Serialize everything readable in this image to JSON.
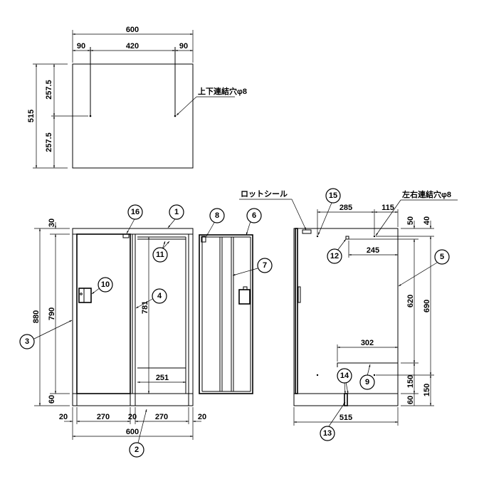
{
  "top_view": {
    "dims": [
      "600",
      "90",
      "420",
      "90",
      "515",
      "257.5",
      "257.5"
    ],
    "note": "上下連結穴φ8"
  },
  "front_view": {
    "dims": [
      "30",
      "880",
      "790",
      "60",
      "781",
      "251",
      "20",
      "270",
      "20",
      "270",
      "20",
      "600"
    ],
    "balloons": [
      "16",
      "1",
      "11",
      "10",
      "4",
      "3",
      "2"
    ]
  },
  "door_view": {
    "balloons": [
      "8",
      "6",
      "7"
    ]
  },
  "side_view": {
    "note_lot": "ロットシール",
    "note_hole": "左右連結穴φ8",
    "dims": [
      "285",
      "115",
      "50",
      "40",
      "245",
      "620",
      "690",
      "302",
      "150",
      "150",
      "60",
      "515"
    ],
    "balloons": [
      "15",
      "12",
      "5",
      "9",
      "14",
      "13"
    ]
  }
}
